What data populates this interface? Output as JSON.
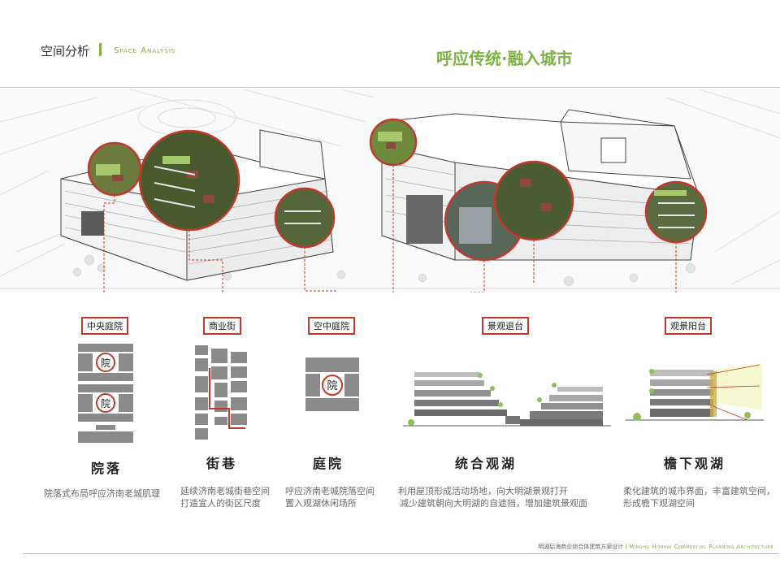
{
  "header": {
    "title": "空间分析",
    "title_en": "Space Analysis",
    "headline": "呼应传统·融入城市"
  },
  "tags": {
    "courtyard": "中央庭院",
    "street": "商业街",
    "sky_court": "空中庭院",
    "terrace": "景观退台",
    "balcony": "观景阳台"
  },
  "concepts": [
    {
      "title": "院落",
      "desc1": "院落式布局呼应济南老城肌理",
      "desc2": ""
    },
    {
      "title": "街巷",
      "desc1": "延续济南老城街巷空间",
      "desc2": "打造宜人的街区尺度"
    },
    {
      "title": "庭院",
      "desc1": "呼应济南老城院落空间",
      "desc2": "置入观湖休闲场所"
    },
    {
      "title": "统合观湖",
      "desc1": "利用屋顶形成活动场地，向大明湖景观打开",
      "desc2": "减少建筑朝向大明湖的自遮挡，增加建筑景观面"
    },
    {
      "title": "檐下观湖",
      "desc1": "柔化建筑的城市界面，丰富建筑空间，",
      "desc2": "形成檐下观湖空间"
    }
  ],
  "seal_char": "院",
  "footer": {
    "cn": "明湖后海商业综合体建筑方案设计",
    "en": "Minghu Houhai Commercial Planning Architecture"
  },
  "colors": {
    "accent": "#7cb342",
    "red": "#c0392b"
  }
}
